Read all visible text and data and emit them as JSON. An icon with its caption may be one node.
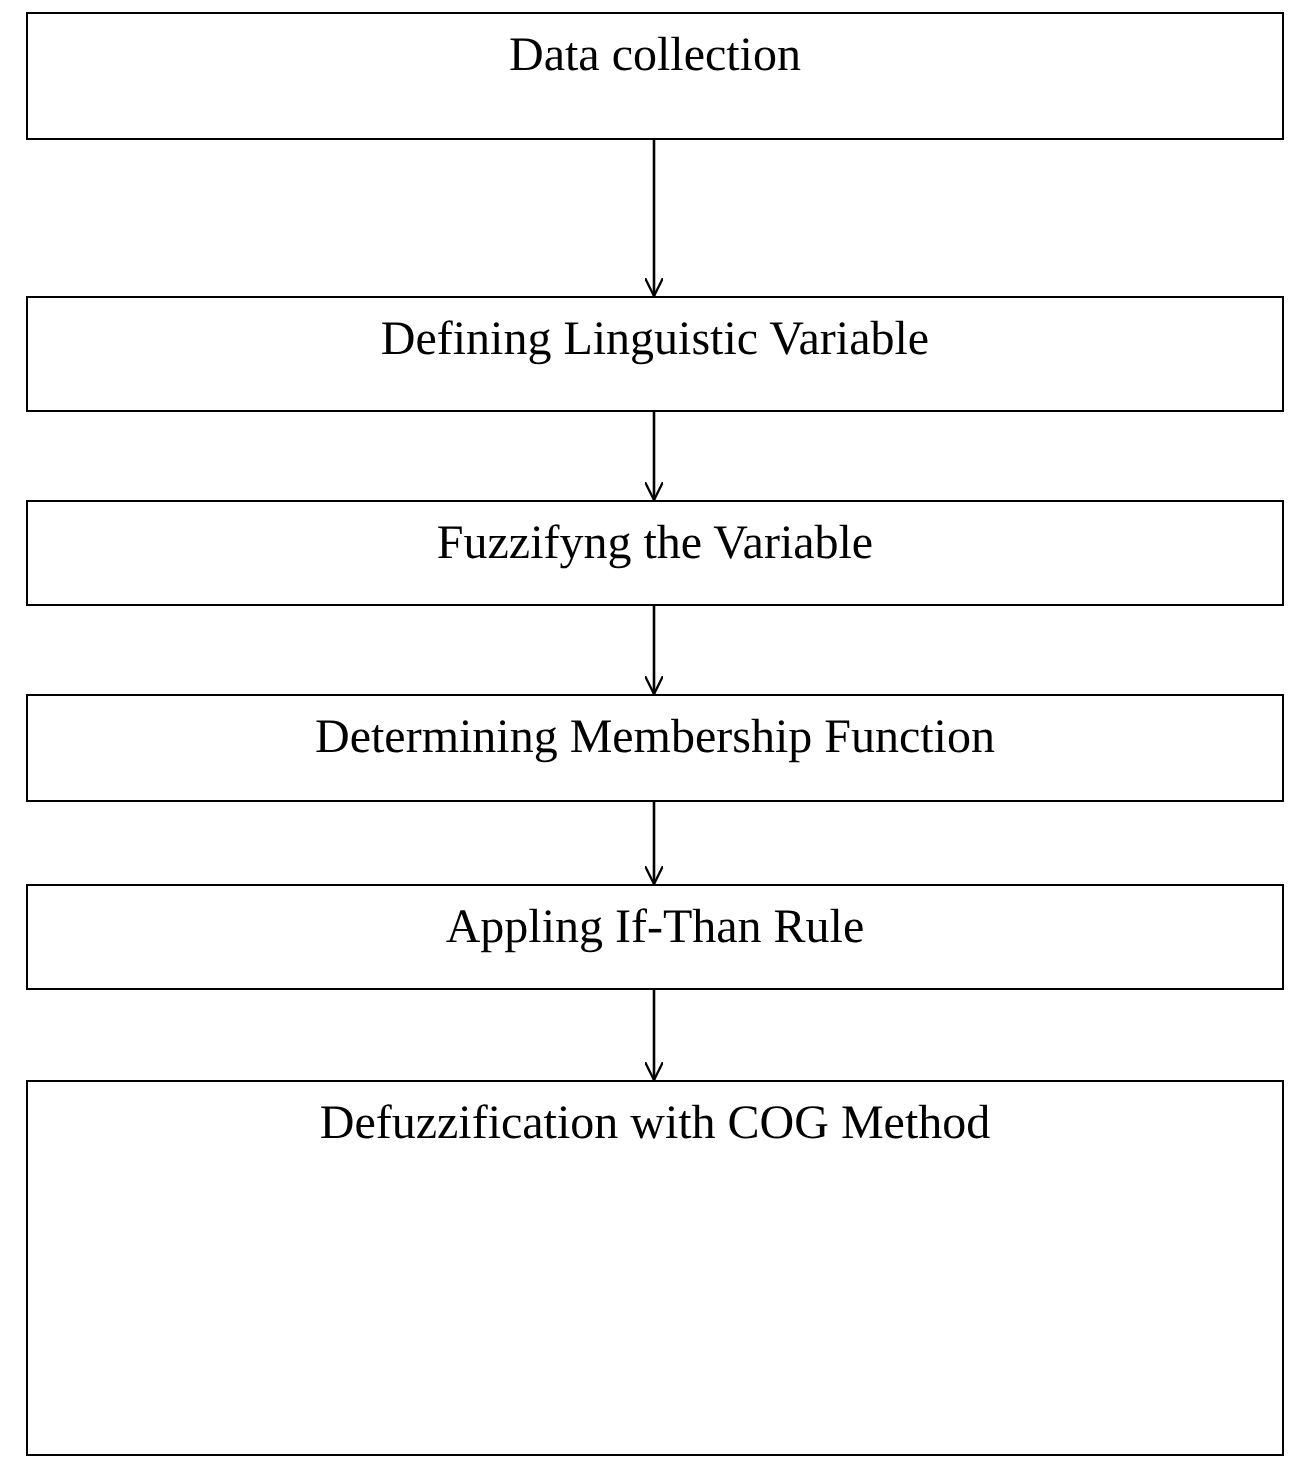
{
  "diagram": {
    "nodes": [
      {
        "text": [
          "Data collection"
        ]
      },
      {
        "text": [
          "Defining Linguistic Variable"
        ]
      },
      {
        "text": [
          "Fuzzifyng the Variable"
        ]
      },
      {
        "text": [
          "Determining Membership Function"
        ]
      },
      {
        "text": [
          "Appling If-Than Rule"
        ]
      },
      {
        "text": [
          "Defuzzification with COG Method"
        ]
      }
    ],
    "edges": [
      {
        "from": 0,
        "to": 1,
        "arrow": "to"
      },
      {
        "from": 1,
        "to": 2,
        "arrow": "to"
      },
      {
        "from": 2,
        "to": 3,
        "arrow": "to"
      },
      {
        "from": 3,
        "to": 4,
        "arrow": "to"
      },
      {
        "from": 4,
        "to": 5,
        "arrow": "to"
      }
    ]
  }
}
